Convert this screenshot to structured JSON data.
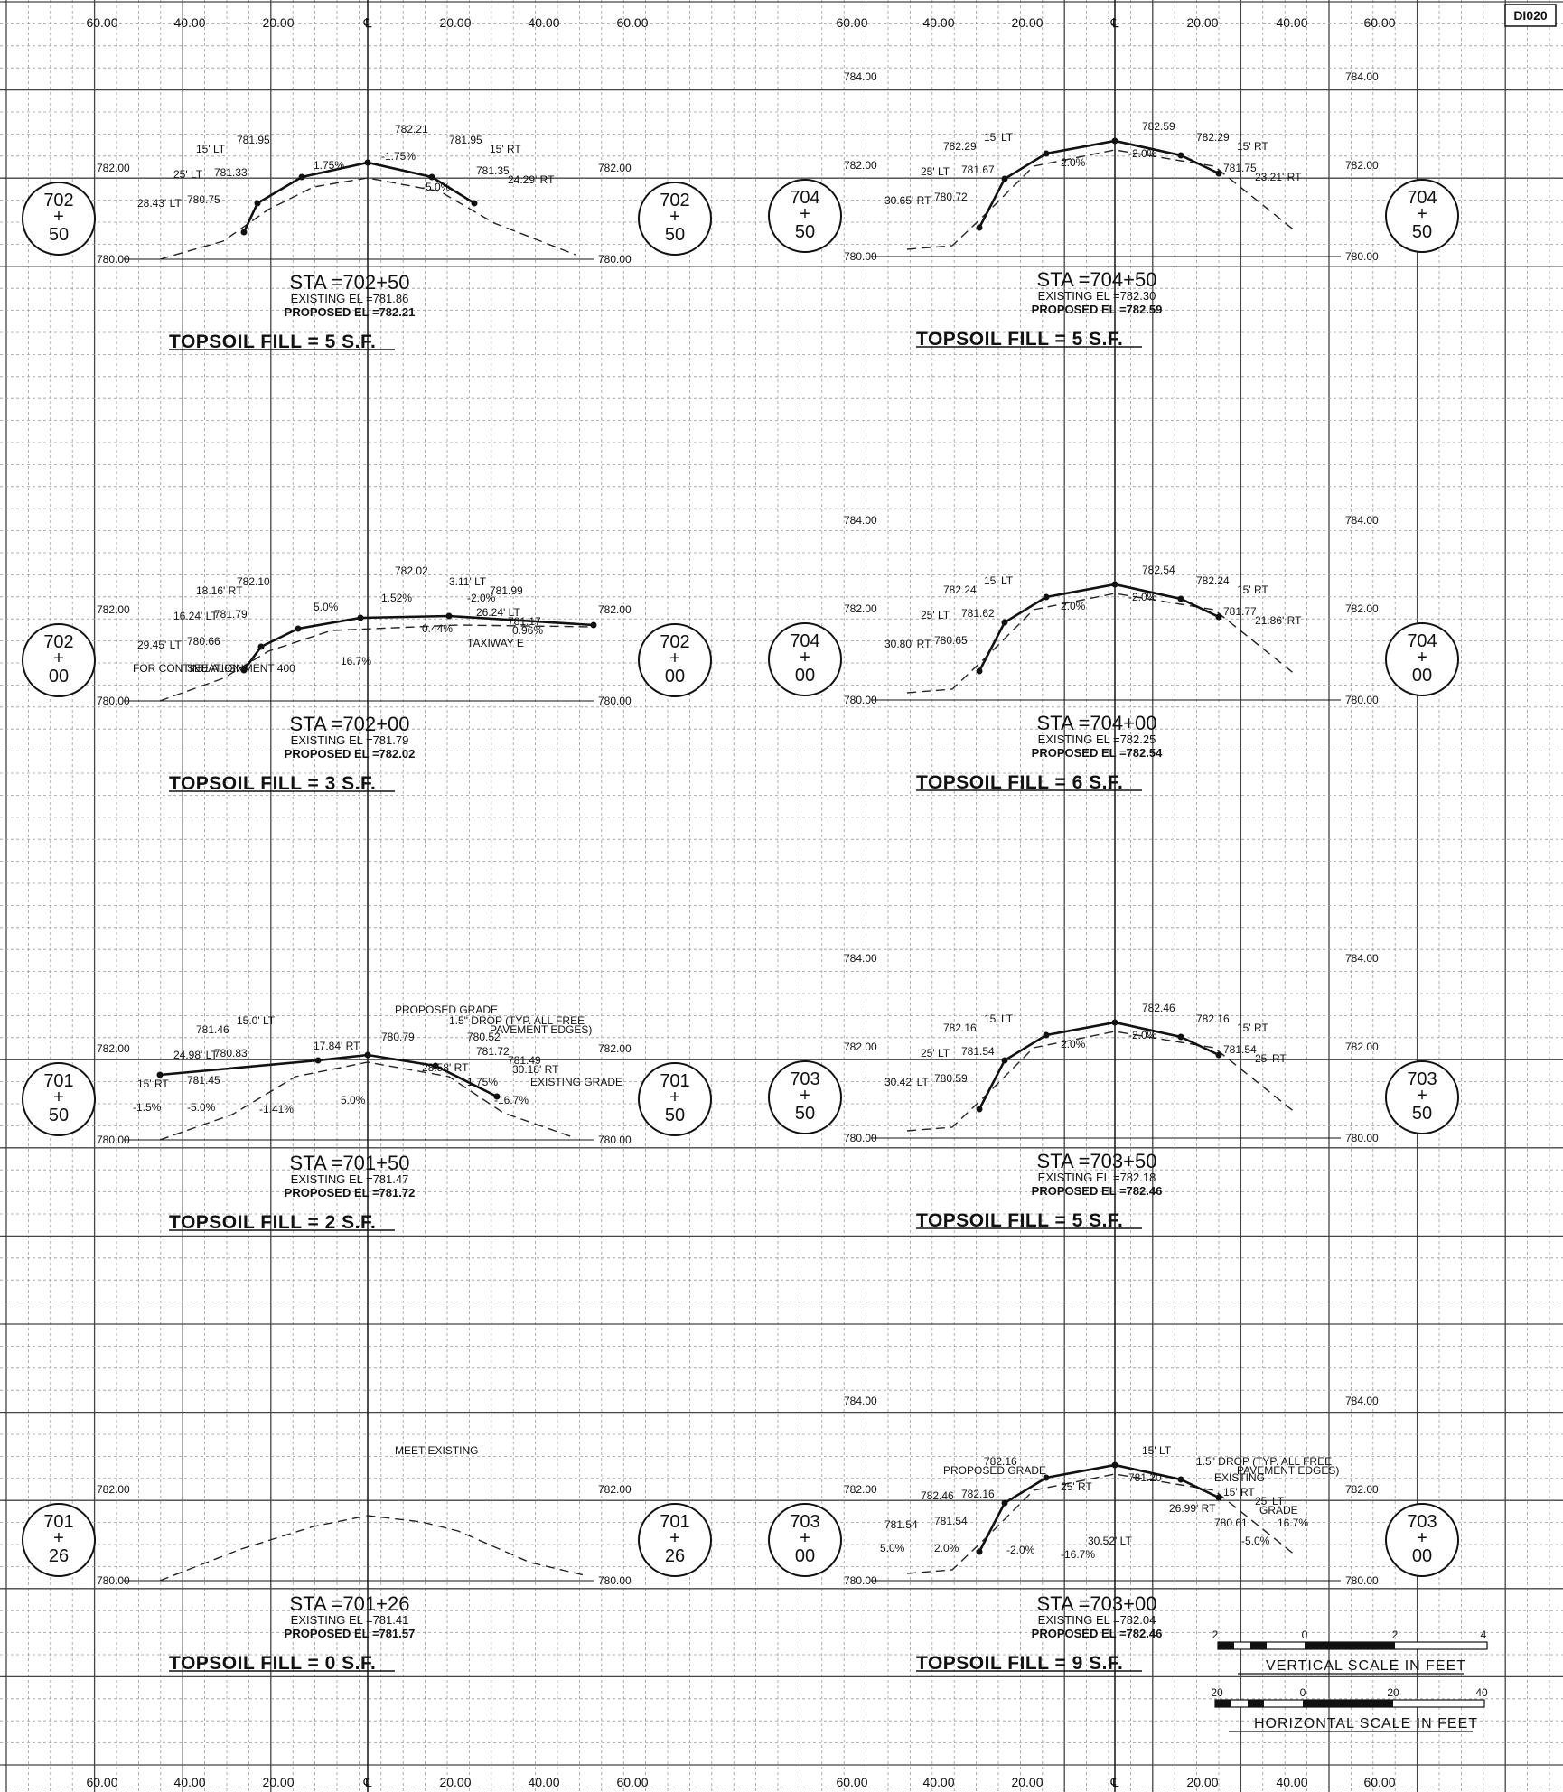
{
  "sheet_id": "DI020",
  "offset_ticks": [
    "60.00",
    "40.00",
    "20.00",
    "℄",
    "20.00",
    "40.00",
    "60.00"
  ],
  "centerline_symbol": "℄",
  "existing_label_prefix": "EXISTING EL =",
  "proposed_label_prefix": "PROPOSED EL =",
  "sections": [
    {
      "sta": "702+50",
      "sta_top": "702",
      "sta_bot": "50",
      "sta_label": "STA =702+50",
      "existing_el": "781.86",
      "proposed_el": "782.21",
      "topsoil": "TOPSOIL FILL = 5 S.F.",
      "elev_hi": "782.00",
      "elev_lo": "780.00",
      "labels": [
        "782.21",
        "781.95",
        "15' LT",
        "781.95",
        "15' RT",
        "25' LT",
        "781.33",
        "781.35",
        "24.29' RT",
        "28.43' LT",
        "780.75",
        "1.75%",
        "-1.75%",
        "-5.0%"
      ]
    },
    {
      "sta": "702+00",
      "sta_top": "702",
      "sta_bot": "00",
      "sta_label": "STA =702+00",
      "existing_el": "781.79",
      "proposed_el": "782.02",
      "topsoil": "TOPSOIL FILL = 3 S.F.",
      "elev_hi": "782.00",
      "elev_lo": "780.00",
      "labels": [
        "782.02",
        "782.10",
        "18.16' RT",
        "3.11' LT",
        "781.99",
        "16.24' LT",
        "781.79",
        "26.24' LT",
        "781.17",
        "29.45' LT",
        "780.66",
        "5.0%",
        "1.52%",
        "0.44%",
        "-2.0%",
        "0.96%",
        "16.7%",
        "TAXIWAY E",
        "FOR CONTINUATION",
        "SEE ALIGNMENT 400"
      ]
    },
    {
      "sta": "701+50",
      "sta_top": "701",
      "sta_bot": "50",
      "sta_label": "STA =701+50",
      "existing_el": "781.47",
      "proposed_el": "781.72",
      "topsoil": "TOPSOIL FILL = 2 S.F.",
      "elev_hi": "782.00",
      "elev_lo": "780.00",
      "labels": [
        "PROPOSED GRADE",
        "15.0' LT",
        "781.46",
        "1.5\" DROP (TYP. ALL FREE",
        "PAVEMENT EDGES)",
        "24.98' LT",
        "780.83",
        "781.72",
        "781.49",
        "15' RT",
        "781.45",
        "17.84' RT",
        "780.79",
        "28.58' RT",
        "780.52",
        "30.18' RT",
        "5.0%",
        "1.75%",
        "-1.5%",
        "-5.0%",
        "-1.41%",
        "-16.7%",
        "EXISTING GRADE"
      ]
    },
    {
      "sta": "701+26",
      "sta_top": "701",
      "sta_bot": "26",
      "sta_label": "STA =701+26",
      "existing_el": "781.41",
      "proposed_el": "781.57",
      "topsoil": "TOPSOIL FILL = 0 S.F.",
      "elev_hi": "782.00",
      "elev_lo": "780.00",
      "labels": [
        "MEET EXISTING"
      ]
    },
    {
      "sta": "704+50",
      "sta_top": "704",
      "sta_bot": "50",
      "sta_label": "STA =704+50",
      "existing_el": "782.30",
      "proposed_el": "782.59",
      "topsoil": "TOPSOIL FILL = 5 S.F.",
      "elev_top": "784.00",
      "elev_hi": "782.00",
      "elev_lo": "780.00",
      "labels": [
        "782.59",
        "15' LT",
        "782.29",
        "782.29",
        "15' RT",
        "25' LT",
        "781.67",
        "781.75",
        "23.21' RT",
        "30.65' RT",
        "780.72",
        "2.0%",
        "-2.0%"
      ]
    },
    {
      "sta": "704+00",
      "sta_top": "704",
      "sta_bot": "00",
      "sta_label": "STA =704+00",
      "existing_el": "782.25",
      "proposed_el": "782.54",
      "topsoil": "TOPSOIL FILL = 6 S.F.",
      "elev_top": "784.00",
      "elev_hi": "782.00",
      "elev_lo": "780.00",
      "labels": [
        "782.54",
        "15' LT",
        "782.24",
        "782.24",
        "15' RT",
        "25' LT",
        "781.62",
        "781.77",
        "21.86' RT",
        "30.80' RT",
        "780.65",
        "2.0%",
        "-2.0%"
      ]
    },
    {
      "sta": "703+50",
      "sta_top": "703",
      "sta_bot": "50",
      "sta_label": "STA =703+50",
      "existing_el": "782.18",
      "proposed_el": "782.46",
      "topsoil": "TOPSOIL FILL = 5 S.F.",
      "elev_top": "784.00",
      "elev_hi": "782.00",
      "elev_lo": "780.00",
      "labels": [
        "782.46",
        "15' LT",
        "782.16",
        "782.16",
        "15' RT",
        "25' LT",
        "781.54",
        "781.54",
        "25' RT",
        "30.42' LT",
        "780.59",
        "2.0%",
        "-2.0%"
      ]
    },
    {
      "sta": "703+00",
      "sta_top": "703",
      "sta_bot": "00",
      "sta_label": "STA =703+00",
      "existing_el": "782.04",
      "proposed_el": "782.46",
      "topsoil": "TOPSOIL FILL = 9 S.F.",
      "elev_top": "784.00",
      "elev_hi": "782.00",
      "elev_lo": "780.00",
      "labels": [
        "15' LT",
        "782.16",
        "PROPOSED GRADE",
        "1.5\" DROP (TYP. ALL FREE",
        "PAVEMENT EDGES)",
        "782.46",
        "782.16",
        "15' RT",
        "25' LT",
        "781.54",
        "781.54",
        "25' RT",
        "781.20",
        "26.99' RT",
        "EXISTING",
        "GRADE",
        "30.52' LT",
        "780.61",
        "5.0%",
        "2.0%",
        "-2.0%",
        "-5.0%",
        "16.7%",
        "-16.7%"
      ]
    }
  ],
  "vertical_scale": {
    "title": "VERTICAL SCALE IN FEET",
    "ticks": [
      "2",
      "0",
      "2",
      "4"
    ]
  },
  "horizontal_scale": {
    "title": "HORIZONTAL SCALE IN FEET",
    "ticks": [
      "20",
      "0",
      "20",
      "40"
    ]
  }
}
